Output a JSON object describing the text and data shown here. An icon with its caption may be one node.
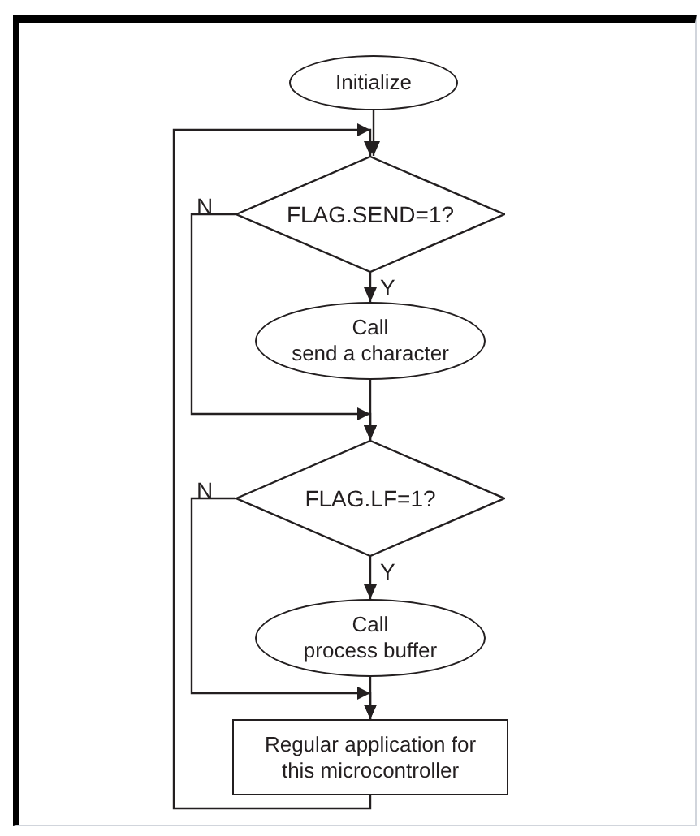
{
  "diagram": {
    "nodes": [
      {
        "text": [
          "Initialize"
        ]
      },
      {
        "text": [
          "FLAG.SEND=1?"
        ]
      },
      {
        "text": [
          "Call",
          "send a character"
        ]
      },
      {
        "text": [
          "FLAG.LF=1?"
        ]
      },
      {
        "text": [
          "Call",
          "process buffer"
        ]
      },
      {
        "text": [
          "Regular application for this microcontroller"
        ]
      }
    ],
    "edges": [
      {
        "from": 0,
        "to": 1,
        "arrow": "to"
      },
      {
        "from": 1,
        "to": 2,
        "arrow": "to",
        "label": "Y"
      },
      {
        "from": 1,
        "to": 3,
        "arrow": "to",
        "label": "N"
      },
      {
        "from": 2,
        "to": 3,
        "arrow": "to"
      },
      {
        "from": 3,
        "to": 4,
        "arrow": "to",
        "label": "Y"
      },
      {
        "from": 3,
        "to": 5,
        "arrow": "to",
        "label": "N"
      },
      {
        "from": 4,
        "to": 5,
        "arrow": "to"
      },
      {
        "from": 5,
        "to": 1,
        "arrow": "to"
      }
    ]
  }
}
